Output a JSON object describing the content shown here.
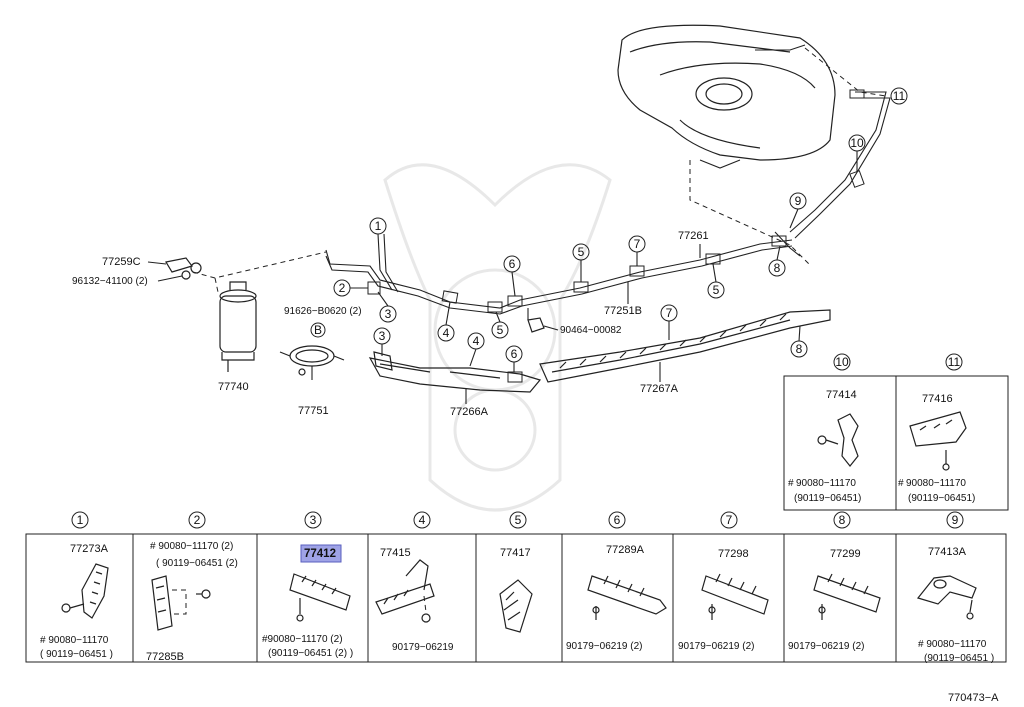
{
  "top": {
    "callouts": [
      "1",
      "2",
      "3",
      "4",
      "5",
      "6",
      "7",
      "8",
      "9",
      "10",
      "11"
    ],
    "labels": {
      "p77259C": "77259C",
      "p96132": "96132−41100 (2)",
      "p91626": "91626−B0620 (2)",
      "ref_b": "B",
      "p77740": "77740",
      "p77751": "77751",
      "p77261": "77261",
      "p77251B": "77251B",
      "p90464": "90464−00082",
      "p77266A": "77266A",
      "p77267A": "77267A"
    }
  },
  "mid_boxes": [
    {
      "num": "10",
      "part": "77414",
      "hash": "#",
      "bolt": "90080−11170",
      "alt": "(90119−06451)"
    },
    {
      "num": "11",
      "part": "77416",
      "hash": "#",
      "bolt": "90080−11170",
      "alt": "(90119−06451)"
    }
  ],
  "bottom_boxes": [
    {
      "num": "1",
      "part": "77273A",
      "note1": "# 90080−11170",
      "note2": "( 90119−06451 )"
    },
    {
      "num": "2",
      "part": "77285B",
      "note1": "#  90080−11170 (2)",
      "note2": "( 90119−06451 (2)"
    },
    {
      "num": "3",
      "part": "77412",
      "note1": "#90080−11170 (2)",
      "note2": "(90119−06451 (2) )"
    },
    {
      "num": "4",
      "part": "77415",
      "note1": "90179−06219",
      "note2": ""
    },
    {
      "num": "5",
      "part": "77417",
      "note1": "",
      "note2": ""
    },
    {
      "num": "6",
      "part": "77289A",
      "note1": "90179−06219 (2)",
      "note2": ""
    },
    {
      "num": "7",
      "part": "77298",
      "note1": "90179−06219 (2)",
      "note2": ""
    },
    {
      "num": "8",
      "part": "77299",
      "note1": "90179−06219 (2)",
      "note2": ""
    },
    {
      "num": "9",
      "part": "77413A",
      "note1": "# 90080−11170",
      "note2": "(90119−06451 )"
    }
  ],
  "figure_code": "770473−A",
  "colors": {
    "highlight": "#9fa3e6",
    "line": "#222222"
  }
}
